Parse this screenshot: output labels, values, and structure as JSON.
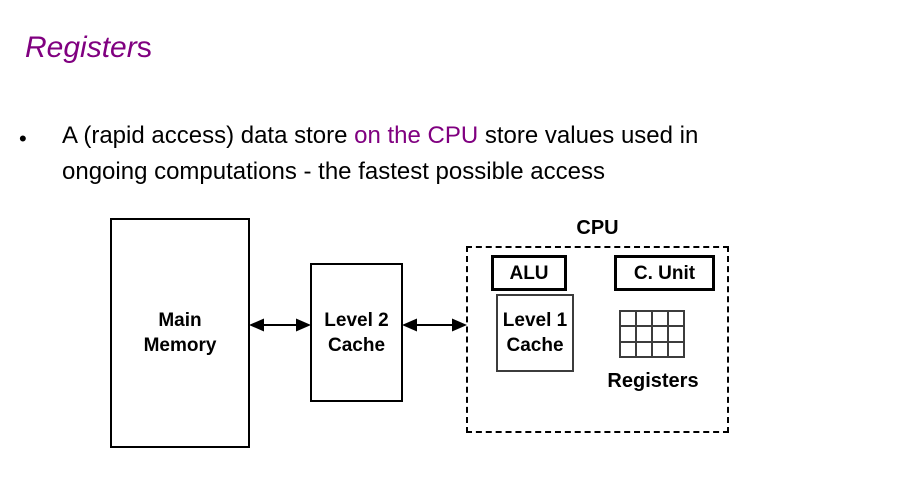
{
  "slide": {
    "title": {
      "italic_part": "Register",
      "regular_part": "s"
    },
    "bullet": {
      "marker": "•",
      "line1_before": "A (rapid access) data store ",
      "line1_highlight": "on the CPU",
      "line1_after": " store values used in",
      "line2": "ongoing computations - the fastest possible access"
    }
  },
  "diagram": {
    "main_memory": {
      "line1": "Main",
      "line2": "Memory"
    },
    "level2_cache": {
      "line1": "Level 2",
      "line2": "Cache"
    },
    "cpu_label": "CPU",
    "alu_label": "ALU",
    "control_unit_label": "C. Unit",
    "level1_cache": {
      "line1": "Level 1",
      "line2": "Cache"
    },
    "registers_label": "Registers",
    "register_grid": {
      "rows": 3,
      "cols": 4
    }
  },
  "colors": {
    "accent_purple": "#800080",
    "text_black": "#000000",
    "background": "#ffffff"
  }
}
